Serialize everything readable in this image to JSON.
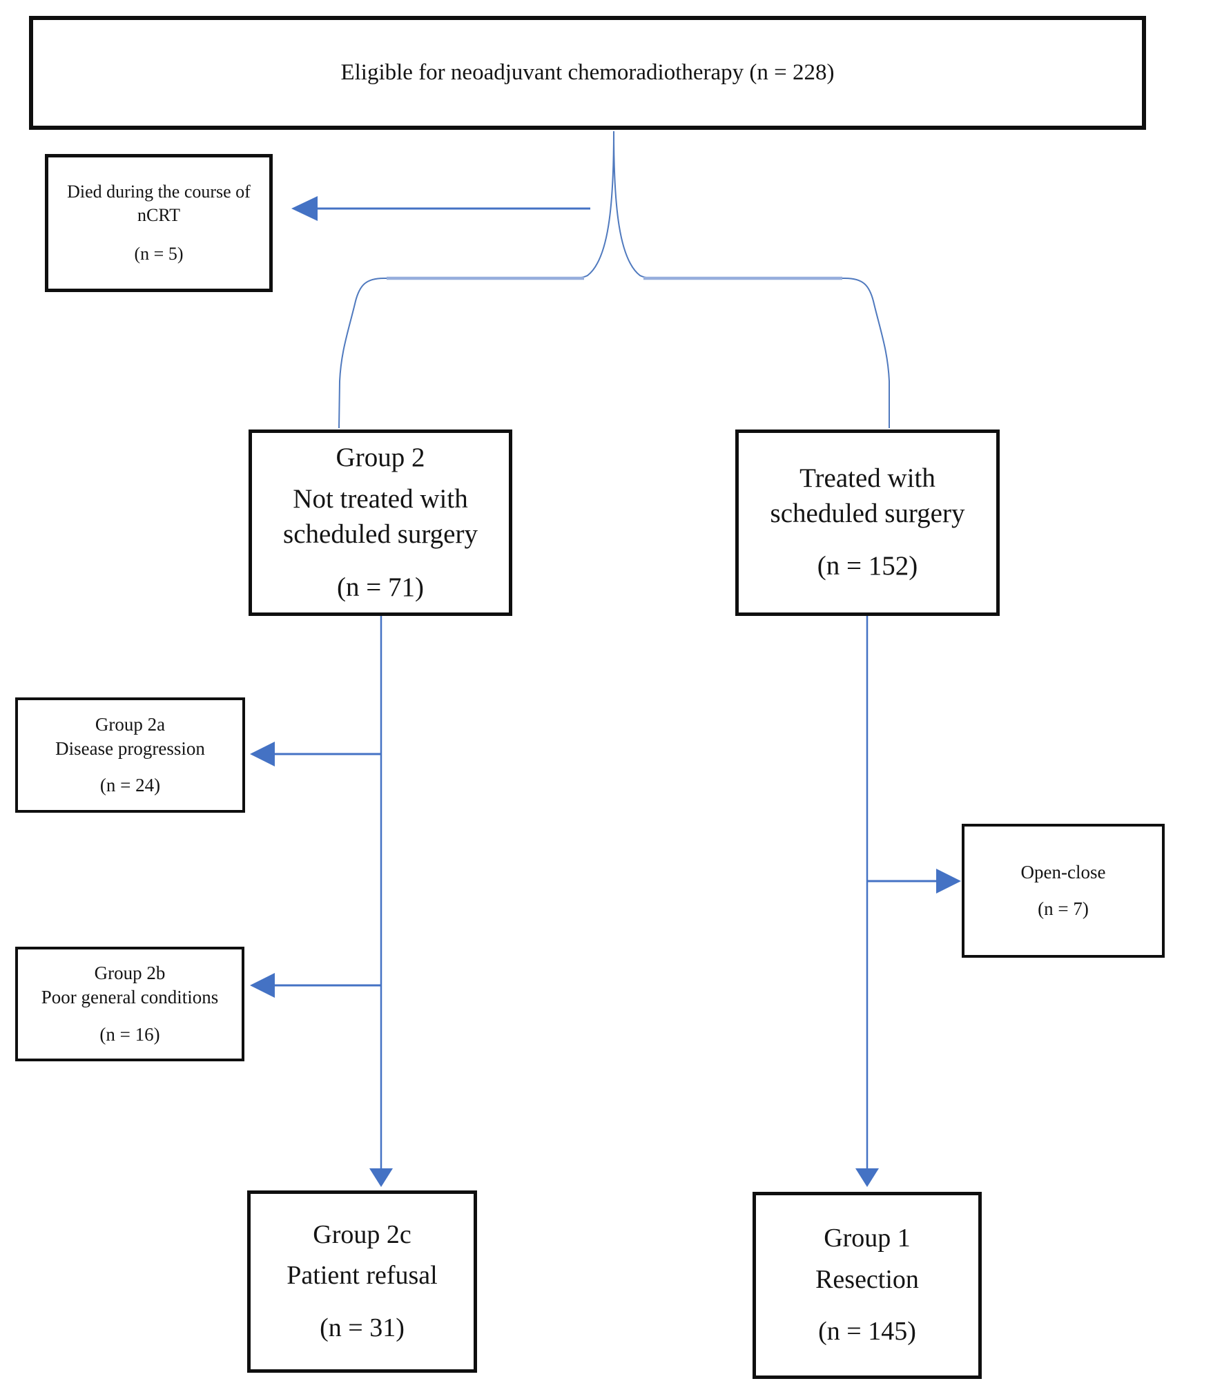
{
  "colors": {
    "arrow": "#4472C4",
    "connector": "#4F79BE",
    "funnel_light": "#96AEDC",
    "box_border": "#0f0f0f",
    "text": "#141414",
    "background": "#ffffff"
  },
  "nodes": {
    "eligible": {
      "line": "Eligible for neoadjuvant chemoradiotherapy (n = 228)"
    },
    "died": {
      "line1": "Died during the course of",
      "line2": "nCRT",
      "count": "(n = 5)"
    },
    "group2": {
      "title": "Group 2",
      "body": "Not treated with scheduled surgery",
      "count": "(n = 71)"
    },
    "treated": {
      "body": "Treated with scheduled surgery",
      "count": "(n = 152)"
    },
    "group2a": {
      "title": "Group 2a",
      "body": "Disease progression",
      "count": "(n = 24)"
    },
    "group2b": {
      "title": "Group 2b",
      "body": "Poor general conditions",
      "count": "(n = 16)"
    },
    "openclose": {
      "body": "Open-close",
      "count": "(n = 7)"
    },
    "group2c": {
      "title": "Group 2c",
      "body": "Patient refusal",
      "count": "(n = 31)"
    },
    "group1": {
      "title": "Group 1",
      "body": "Resection",
      "count": "(n = 145)"
    }
  }
}
